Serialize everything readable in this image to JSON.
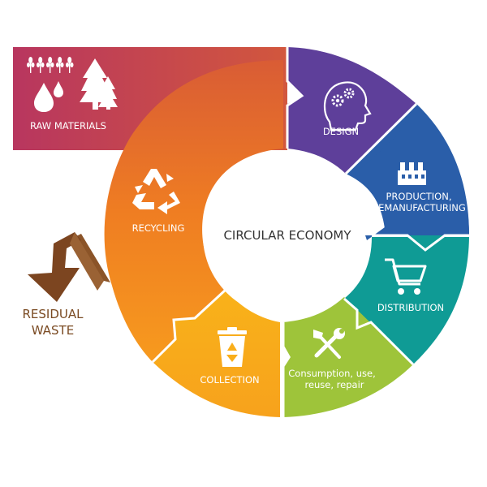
{
  "diagram": {
    "center_label": "CIRCULAR ECONOMY",
    "raw_materials": "RAW MATERIALS",
    "segments": {
      "design": "DESIGN",
      "production_line1": "PRODUCTION,",
      "production_line2": "REMANUFACTURING",
      "distribution": "DISTRIBUTION",
      "consumption_line1": "Consumption, use,",
      "consumption_line2": "reuse, repair",
      "collection": "COLLECTION",
      "recycling": "RECYCLING"
    },
    "residual_waste_line1": "RESIDUAL",
    "residual_waste_line2": "WASTE",
    "colors": {
      "raw_materials": "#b8365f",
      "design": "#5e3f9a",
      "production": "#2a5ea9",
      "distribution": "#0f9b95",
      "consumption": "#9ec43a",
      "collection": "#f9ae1a",
      "recycling": "#ef7d22",
      "residual_waste": "#8b5428"
    },
    "icons": [
      "wheat-icon",
      "water-drops-icon",
      "trees-icon",
      "head-gears-icon",
      "factory-icon",
      "cart-icon",
      "tools-icon",
      "recycle-bin-icon",
      "recycle-icon",
      "down-arrow-icon"
    ]
  }
}
